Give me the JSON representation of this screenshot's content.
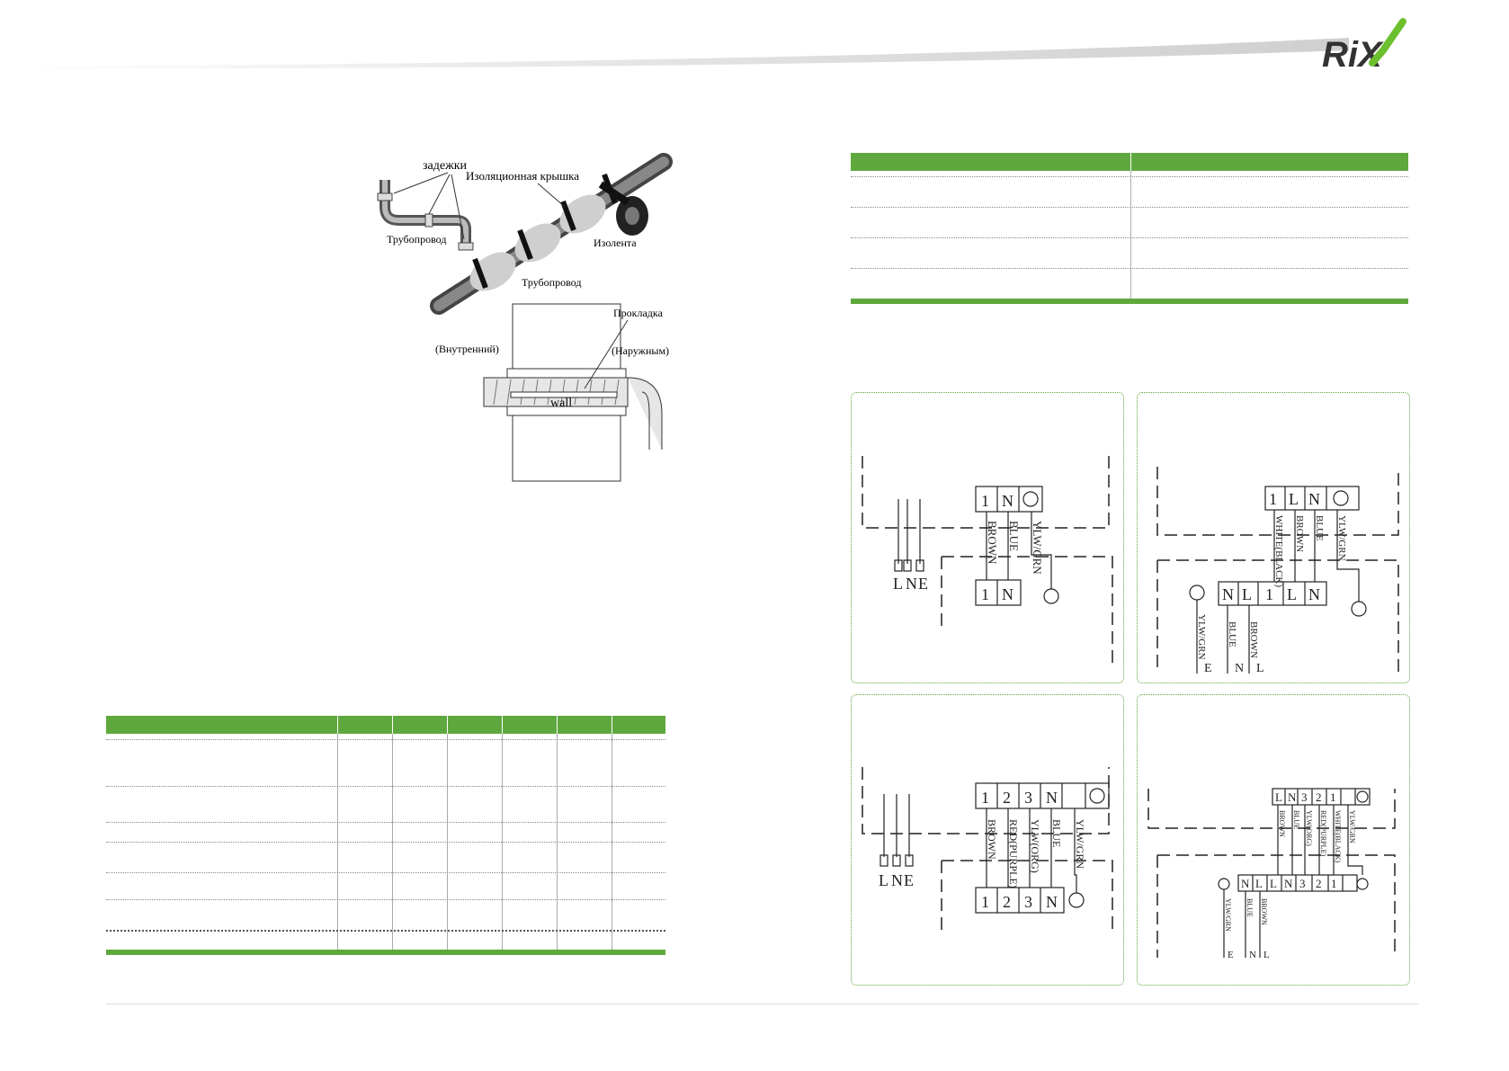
{
  "brand": {
    "logo_text": "RiX",
    "accent_color": "#5fa83d",
    "check_color": "#6cbf2d"
  },
  "install_figure": {
    "labels": {
      "clips": "задежки",
      "insulation_cover": "Изоляционная крышка",
      "pipe_left": "Трубопровод",
      "tape": "Изолента",
      "pipe_center": "Трубопровод",
      "gasket": "Прокладка",
      "indoor": "(Внутренний)",
      "outdoor": "(Наружным)",
      "wall": "wall"
    }
  },
  "wiring": {
    "panel1": {
      "top_terminal": [
        "1",
        "N",
        "⏚"
      ],
      "bottom_terminal": [
        "1",
        "N"
      ],
      "wires": [
        "BROWN",
        "BLUE",
        "YLW/GRN"
      ],
      "supply": [
        "L",
        "N",
        "E"
      ]
    },
    "panel2": {
      "top_terminal": [
        "1",
        "L",
        "N",
        "⏚"
      ],
      "bottom_terminal": [
        "N",
        "L",
        "1",
        "L",
        "N"
      ],
      "wires": [
        "WHITE(BLACK)",
        "BROWN",
        "BLUE",
        "YLW/GRN"
      ],
      "supply_wires": [
        "YLW/GRN",
        "BLUE",
        "BROWN"
      ],
      "supply": [
        "E",
        "N",
        "L"
      ]
    },
    "panel3": {
      "top_terminal": [
        "1",
        "2",
        "3",
        "N",
        "⏚"
      ],
      "bottom_terminal": [
        "1",
        "2",
        "3",
        "N"
      ],
      "wires": [
        "BROWN",
        "RED(PURPLE)",
        "YLW(ORG)",
        "BLUE",
        "YLW/GRN"
      ],
      "supply": [
        "L",
        "N",
        "E"
      ]
    },
    "panel4": {
      "top_terminal": [
        "L",
        "N",
        "3",
        "2",
        "1",
        "⏚"
      ],
      "bottom_terminal": [
        "N",
        "L",
        "L",
        "N",
        "3",
        "2",
        "1"
      ],
      "wires": [
        "BROWN",
        "BLUE",
        "YLW(ORG)",
        "RED(PURPLE)",
        "WHITE(BLACK)",
        "YLW/GRN"
      ],
      "supply_wires": [
        "YLW/GRN",
        "BLUE",
        "BROWN"
      ],
      "supply": [
        "E",
        "N",
        "L"
      ]
    }
  }
}
